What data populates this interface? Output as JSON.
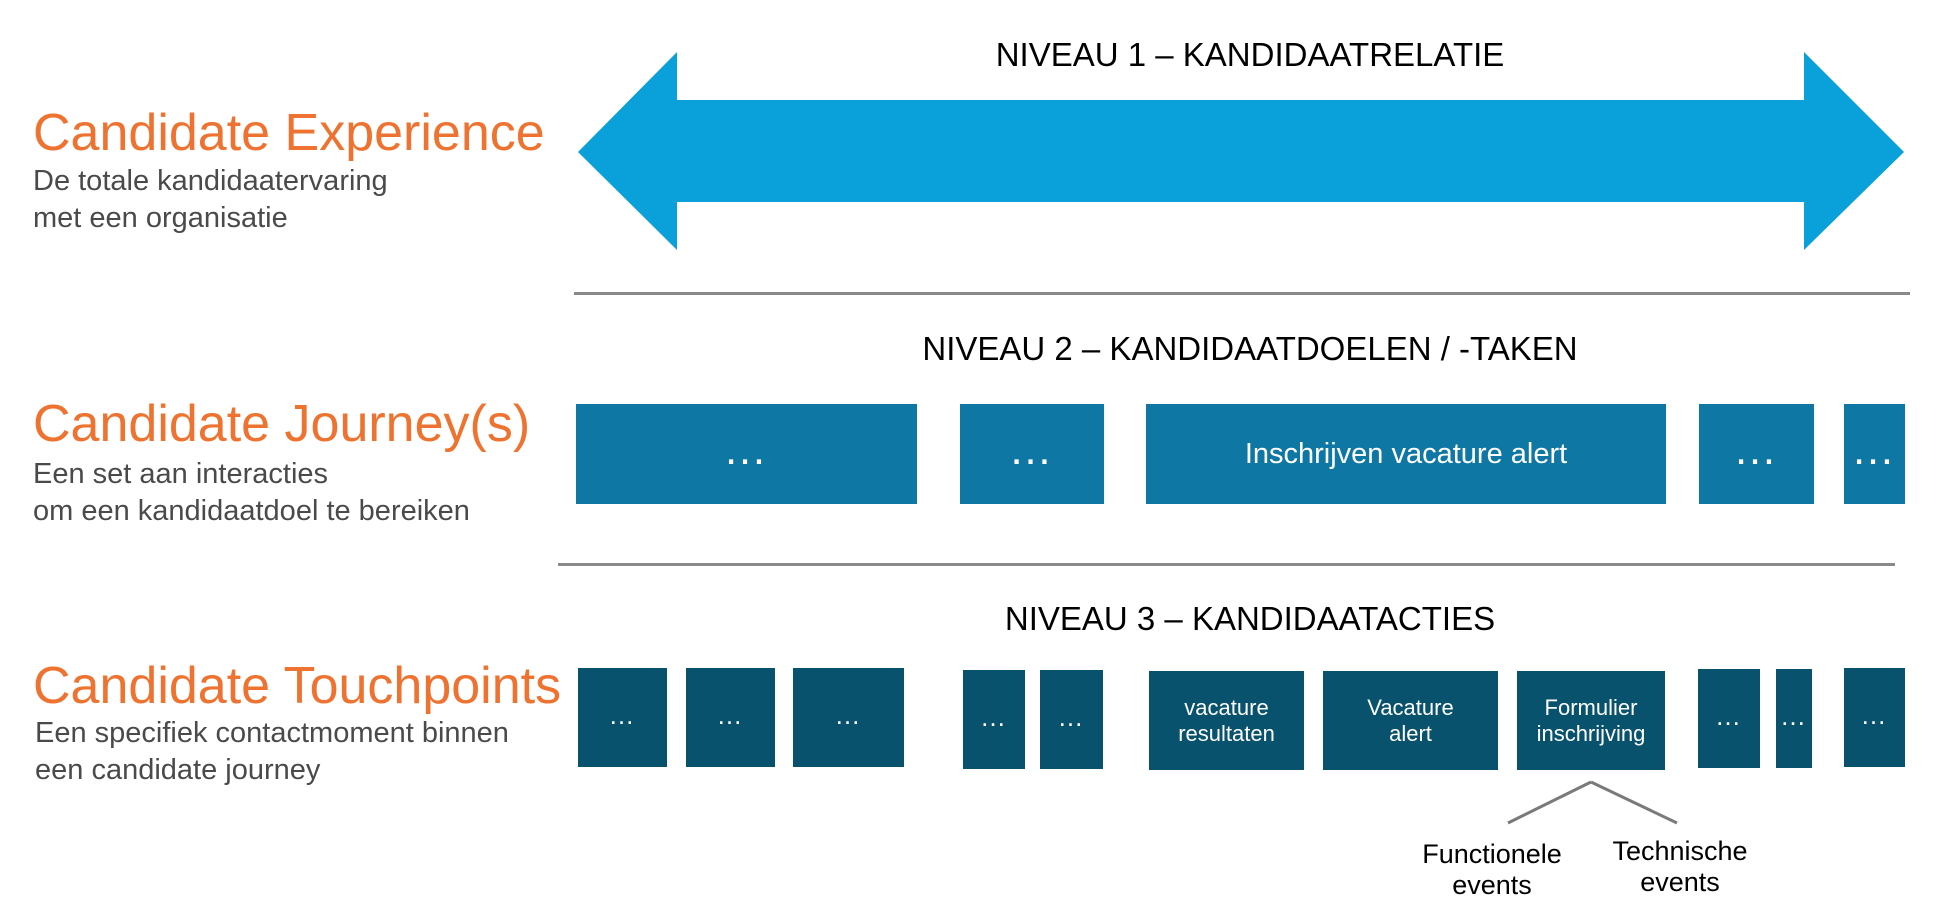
{
  "levels": [
    {
      "heading": "Candidate Experience",
      "desc_line1": "De totale kandidaatervaring",
      "desc_line2": "met een organisatie",
      "title": "NIVEAU 1 – KANDIDAATRELATIE"
    },
    {
      "heading": "Candidate Journey(s)",
      "desc_line1": "Een set aan interacties",
      "desc_line2": "om een kandidaatdoel te bereiken",
      "title": "NIVEAU 2 – KANDIDAATDOELEN  / -TAKEN"
    },
    {
      "heading": "Candidate Touchpoints",
      "desc_line1": "Een specifiek contactmoment binnen",
      "desc_line2": "een candidate journey",
      "title": "NIVEAU 3 – KANDIDAATACTIES"
    }
  ],
  "journeys": [
    "…",
    "…",
    "Inschrijven vacature alert",
    "…",
    "…"
  ],
  "touchpoints": [
    "…",
    "…",
    "…",
    "…",
    "…",
    {
      "line1": "vacature",
      "line2": "resultaten"
    },
    {
      "line1": "Vacature",
      "line2": "alert"
    },
    {
      "line1": "Formulier",
      "line2": "inschrijving"
    },
    "…",
    "…",
    "…"
  ],
  "events": {
    "functional_line1": "Functionele",
    "functional_line2": "events",
    "technical_line1": "Technische",
    "technical_line2": "events"
  },
  "colors": {
    "accent_orange": "#ee7330",
    "arrow_blue": "#0aa0da",
    "journey_blue": "#0e77a3",
    "touchpoint_blue": "#08526e",
    "divider_gray": "#8a8a8a"
  }
}
